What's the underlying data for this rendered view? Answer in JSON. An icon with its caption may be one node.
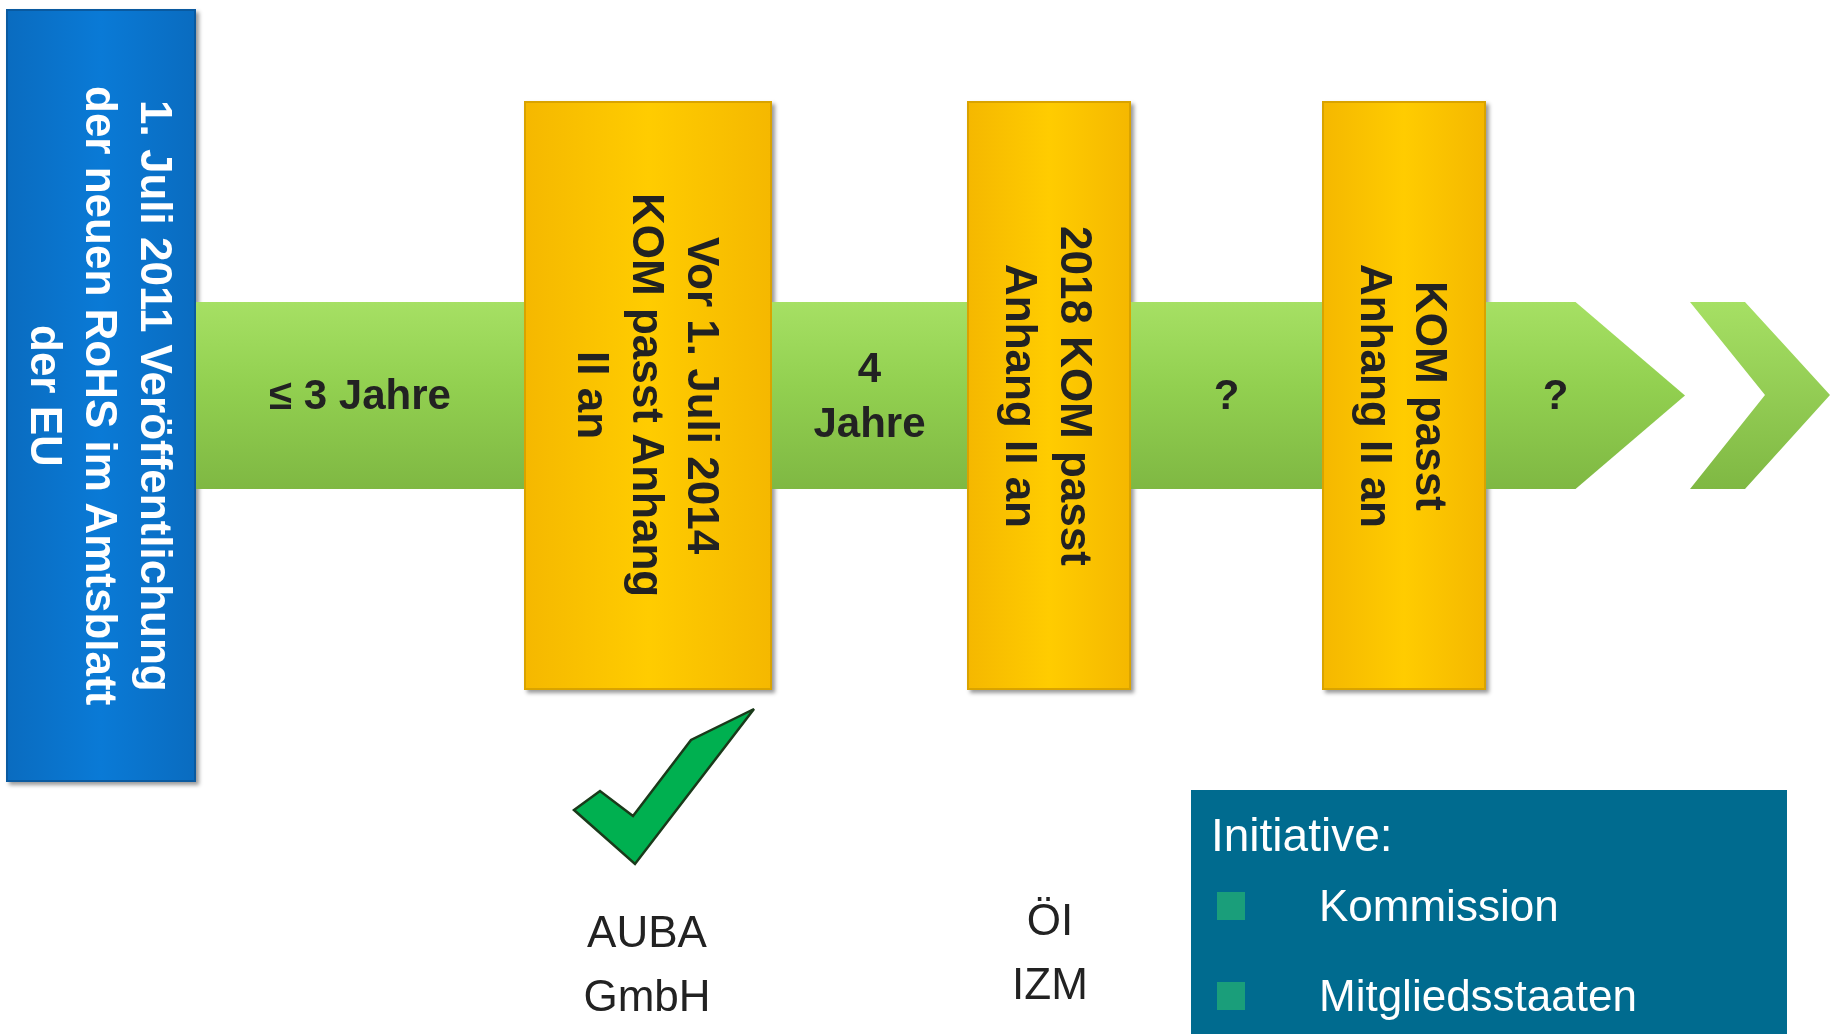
{
  "diagram": {
    "nodes": [
      {
        "text": [
          "1. Juli 2011 Veröffentlichung der neuen RoHS im Amtsblatt der EU"
        ]
      },
      {
        "text": [
          "≤ 3 Jahre"
        ]
      },
      {
        "text": [
          "Vor 1. Juli 2014 KOM passt Anhang II an"
        ]
      },
      {
        "text": [
          "4 Jahre"
        ]
      },
      {
        "text": [
          "2018 KOM passt Anhang II an"
        ]
      },
      {
        "text": [
          "?"
        ]
      },
      {
        "text": [
          "KOM passt Anhang II an"
        ]
      },
      {
        "text": [
          "?"
        ]
      },
      {
        "text": [],
        "shape": "chevron"
      }
    ],
    "labels": [
      "AUBA GmbH",
      "ÖI IZM",
      "Initiative:"
    ],
    "legend": [
      {
        "text": "Kommission",
        "color": "#1a9e7a"
      },
      {
        "text": "Mitgliedsstaaten",
        "color": "#1a9e7a"
      }
    ]
  }
}
